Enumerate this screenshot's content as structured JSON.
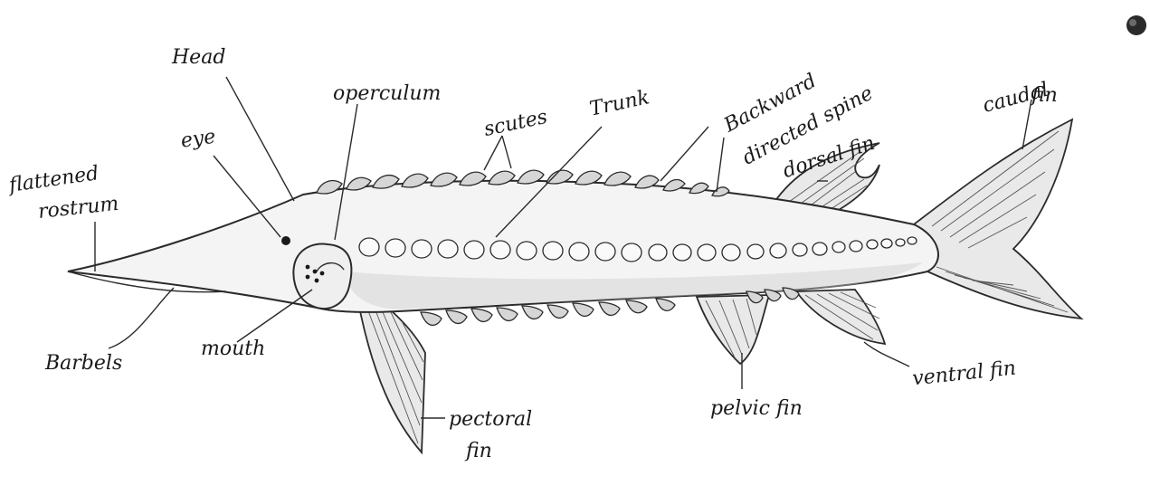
{
  "labels": {
    "head": "Head",
    "operculum": "operculum",
    "scutes": "scutes",
    "trunk": "Trunk",
    "backward_spine_line1": "Backward",
    "backward_spine_line2": "directed spine",
    "dorsal_fin": "dorsal fin",
    "caudal_fin_line1": "caudal",
    "caudal_fin_line2": "fin",
    "eye": "eye",
    "flattened_rostrum_line1": "flattened",
    "flattened_rostrum_line2": "rostrum",
    "barbels": "Barbels",
    "mouth": "mouth",
    "pectoral_fin_line1": "pectoral",
    "pectoral_fin_line2": "fin",
    "pelvic_fin": "pelvic fin",
    "ventral_fin": "ventral fin"
  },
  "colors": {
    "ink": "#1a1a1a",
    "body_fill": "#f4f4f4",
    "fin_fill": "#e9e9e9",
    "scute_fill": "#d6d6d6"
  }
}
